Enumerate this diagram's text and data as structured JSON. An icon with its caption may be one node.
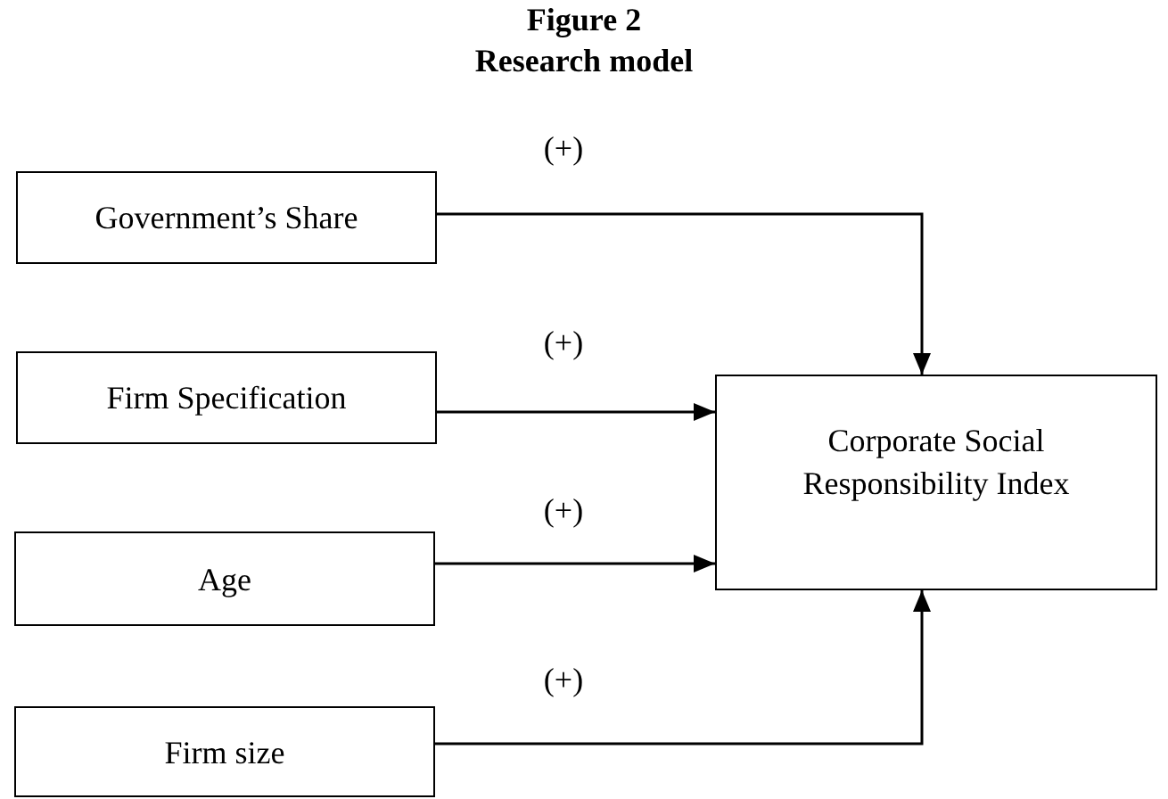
{
  "diagram": {
    "title": "Research model",
    "nodes": [
      {
        "text": [
          "Government’s Share"
        ]
      },
      {
        "text": [
          "Firm Specification"
        ]
      },
      {
        "text": [
          "Corporate Social Responsibility Index"
        ]
      },
      {
        "text": [
          "Age"
        ]
      },
      {
        "text": [
          "Firm size"
        ]
      }
    ],
    "edges": [
      {
        "from": 0,
        "to": 2,
        "arrow": "to",
        "label": "(+)"
      },
      {
        "from": 1,
        "to": 2,
        "arrow": "to",
        "label": "(+)"
      },
      {
        "from": 3,
        "to": 2,
        "arrow": "to",
        "label": "(+)"
      },
      {
        "from": 4,
        "to": 2,
        "arrow": "to",
        "label": "(+)"
      }
    ],
    "labels": [
      "Figure 2"
    ]
  }
}
